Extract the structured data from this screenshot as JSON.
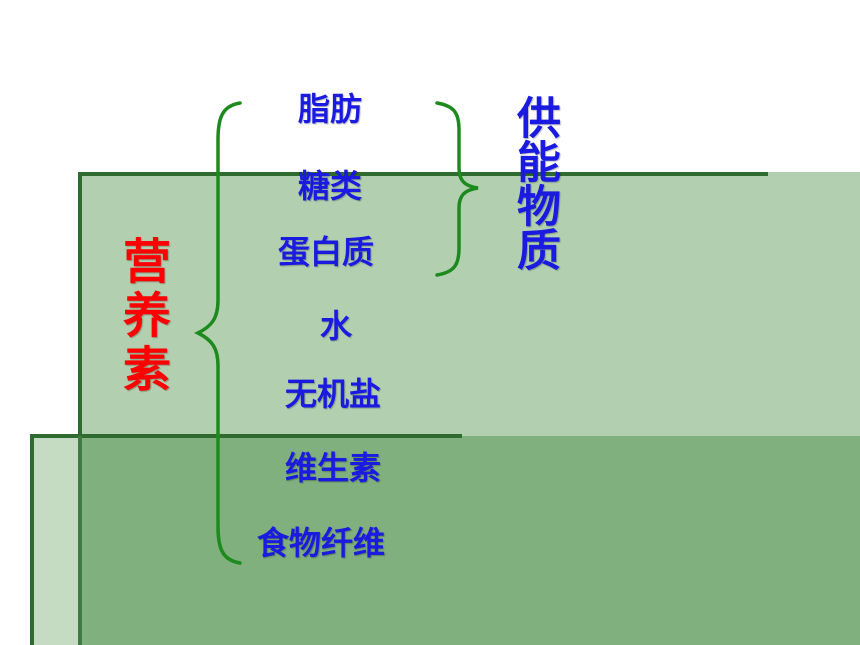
{
  "title_term": "营养素",
  "group_term": "供能物质",
  "nutrients": [
    "脂肪",
    "糖类",
    "蛋白质",
    "水",
    "无机盐",
    "维生素",
    "食物纤维"
  ],
  "colors": {
    "title": "#ff0000",
    "items": "#1a1ae0",
    "brace": "#1d8a1d",
    "bg_light": "#b2d0b0",
    "bg_dark": "#7fb07d"
  }
}
